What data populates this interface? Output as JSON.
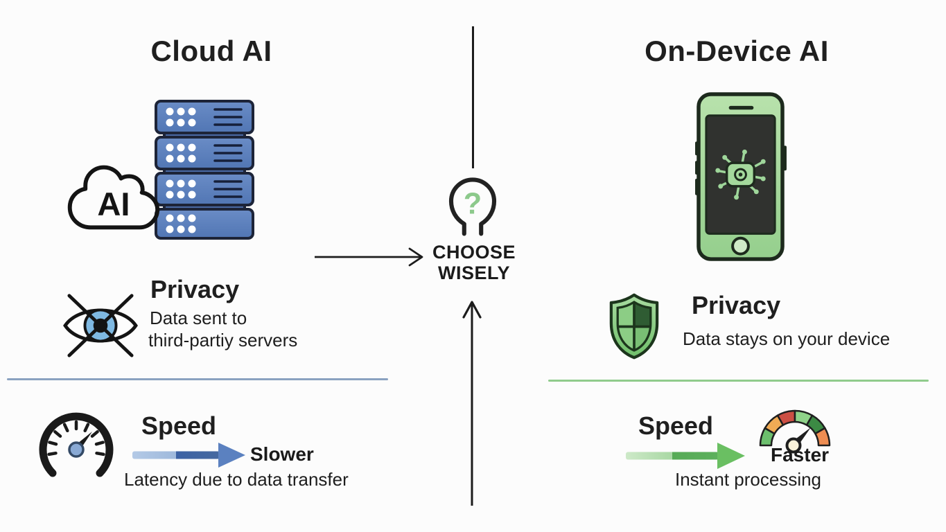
{
  "cloud_ai": {
    "title": "Cloud AI",
    "cloud_label": "AI",
    "privacy": {
      "heading": "Privacy",
      "line1": "Data sent to",
      "line2": "third-partiy servers"
    },
    "speed": {
      "heading": "Speed",
      "label": "Slower",
      "description": "Latency due to data transfer"
    }
  },
  "center": {
    "question_mark": "?",
    "choose_line1": "CHOOSE",
    "choose_line2": "WISELY"
  },
  "on_device_ai": {
    "title": "On-Device AI",
    "privacy": {
      "heading": "Privacy",
      "line1": "Data stays on your device"
    },
    "speed": {
      "heading": "Speed",
      "label": "Faster",
      "description": "Instant processing"
    }
  },
  "icons": {
    "left": [
      "server-stack-icon",
      "cloud-ai-icon",
      "eye-crossed-icon",
      "speedometer-icon",
      "arrow-right-blue-icon"
    ],
    "center": [
      "lightbulb-question-icon",
      "arrow-right-icon",
      "arrow-up-icon",
      "vertical-divider-line"
    ],
    "right": [
      "smartphone-chip-icon",
      "shield-icon",
      "gauge-colorful-icon",
      "arrow-right-green-icon"
    ]
  },
  "colors": {
    "background": "#fcfcfc",
    "server_blue": "#5b7fbe",
    "divider_blue": "#8aa2c0",
    "divider_green": "#90cb8c",
    "phone_green": "#a5d9a0",
    "shield_green": "#7cc778",
    "question_green": "#8cc98b",
    "gauge_red": "#cc4f44",
    "gauge_orange": "#f0ab55",
    "gauge_dark_green": "#3c8a44",
    "text_dark": "#1c1c1c"
  }
}
